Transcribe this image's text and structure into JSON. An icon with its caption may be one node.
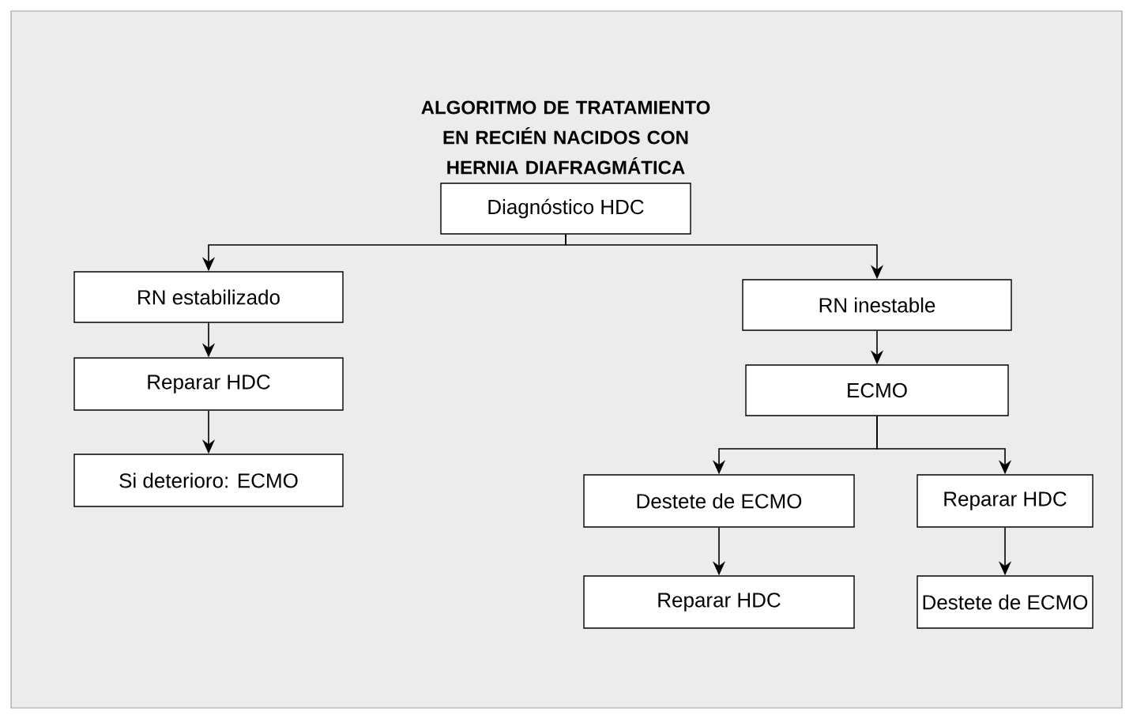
{
  "diagram": {
    "title": "ALGORITMO DE TRATAMIENTO EN RECIÉN NACIDOS CON HERNIA DIAFRAGMÁTICA",
    "nodes": [
      {
        "text": [
          "Diagnóstico HDC"
        ]
      },
      {
        "text": [
          "RN estabilizado"
        ]
      },
      {
        "text": [
          "RN inestable"
        ]
      },
      {
        "text": [
          "Reparar HDC"
        ]
      },
      {
        "text": [
          "ECMO"
        ]
      },
      {
        "text": [
          "Si deterioro: ECMO"
        ]
      },
      {
        "text": [
          "Destete de ECMO"
        ]
      },
      {
        "text": [
          "Reparar HDC"
        ]
      },
      {
        "text": [
          "Reparar HDC"
        ]
      },
      {
        "text": [
          "Destete de ECMO"
        ]
      }
    ],
    "edges": [
      {
        "from": 0,
        "to": 1,
        "arrow": "to"
      },
      {
        "from": 0,
        "to": 2,
        "arrow": "to"
      },
      {
        "from": 1,
        "to": 3,
        "arrow": "to"
      },
      {
        "from": 3,
        "to": 5,
        "arrow": "to"
      },
      {
        "from": 2,
        "to": 4,
        "arrow": "to"
      },
      {
        "from": 4,
        "to": 6,
        "arrow": "to"
      },
      {
        "from": 4,
        "to": 7,
        "arrow": "to"
      },
      {
        "from": 6,
        "to": 8,
        "arrow": "to"
      },
      {
        "from": 7,
        "to": 9,
        "arrow": "to"
      }
    ]
  }
}
